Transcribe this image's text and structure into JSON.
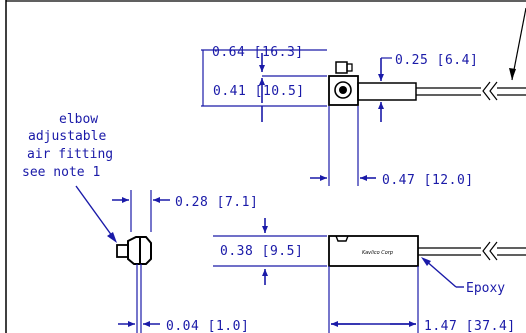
{
  "top_view": {
    "dim_fitting_height": "0.64 [16.3]",
    "dim_body_height": "0.41 [10.5]",
    "dim_tail_height": "0.25 [6.4]",
    "dim_body_width": "0.47 [12.0]"
  },
  "fitting_note": [
    "elbow",
    "adjustable",
    "air fitting",
    "see note 1"
  ],
  "end_view": {
    "dim_fitting_width": "0.28 [7.1]",
    "dim_offset": "0.04 [1.0]"
  },
  "side_view": {
    "dim_height": "0.38 [9.5]",
    "dim_length": "1.47 [37.4]",
    "label_text": "Kavlico Corp",
    "callout": "Epoxy"
  },
  "colors": {
    "dimension": "#1a1aa8",
    "outline": "#000000"
  }
}
